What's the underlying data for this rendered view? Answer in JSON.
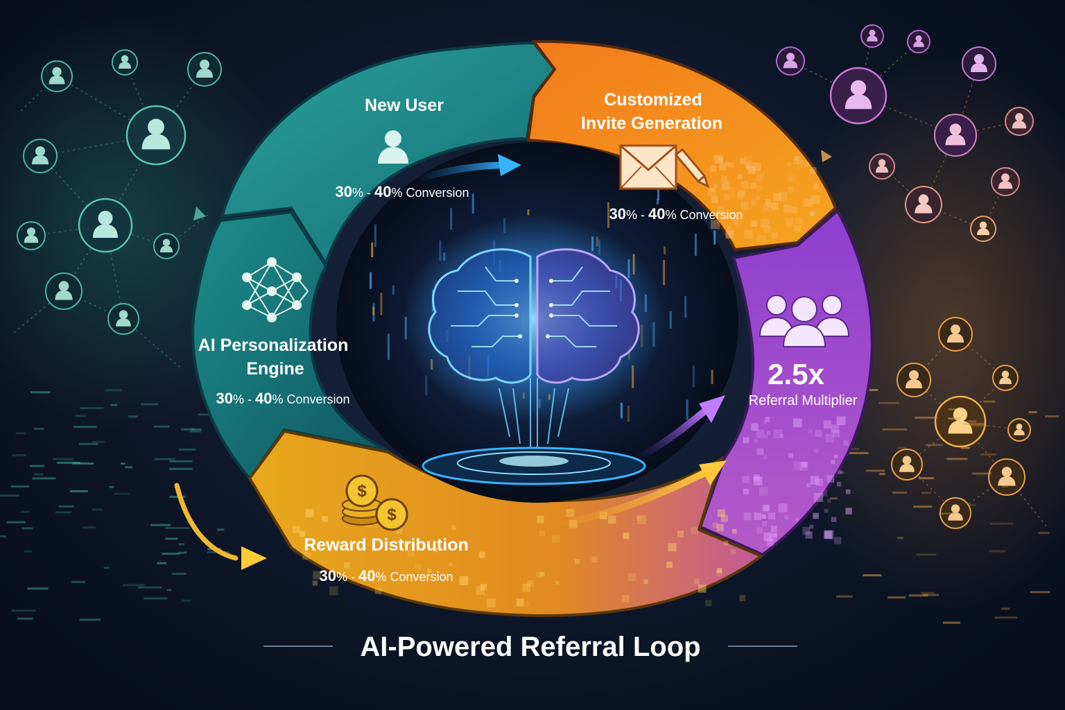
{
  "title": "AI-Powered Referral Loop",
  "stages": {
    "new_user": {
      "title": "New User",
      "conversion": [
        "30",
        "% - ",
        "40",
        "% Conversion"
      ],
      "icon": "user-icon"
    },
    "invite": {
      "title_line1": "Customized",
      "title_line2": "Invite Generation",
      "conversion": [
        "30",
        "% - ",
        "40",
        "% Conversion"
      ],
      "icon": "envelope-pencil-icon"
    },
    "ai_engine": {
      "title_line1": "AI Personalization",
      "title_line2": "Engine",
      "conversion": [
        "30",
        "% - ",
        "40",
        "% Conversion"
      ],
      "icon": "neural-network-icon"
    },
    "reward": {
      "title": "Reward Distribution",
      "conversion": [
        "30",
        "% - ",
        "40",
        "% Conversion"
      ],
      "icon": "coins-icon"
    },
    "multiplier": {
      "value": "2.5x",
      "label": "Referral Multiplier",
      "icon": "user-group-icon"
    }
  },
  "center_icon": "ai-brain-icon",
  "colors": {
    "teal": "#1f8a8a",
    "orange": "#f08a1c",
    "purple": "#8a3fc8",
    "gold": "#e8a81c",
    "brain_glow": "#46b8ff"
  }
}
